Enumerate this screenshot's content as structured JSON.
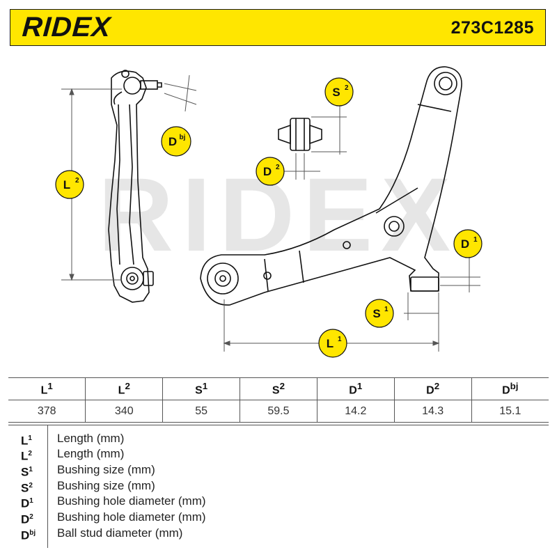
{
  "header": {
    "brand": "RIDEX",
    "part_number": "273C1285",
    "bg_color": "#ffe600"
  },
  "watermark": "RIDEX",
  "drawing": {
    "labels": [
      {
        "id": "L2",
        "base": "L",
        "sup": "2"
      },
      {
        "id": "Dbj",
        "base": "D",
        "sup": "bj"
      },
      {
        "id": "S2",
        "base": "S",
        "sup": "2"
      },
      {
        "id": "D2",
        "base": "D",
        "sup": "2"
      },
      {
        "id": "D1",
        "base": "D",
        "sup": "1"
      },
      {
        "id": "S1",
        "base": "S",
        "sup": "1"
      },
      {
        "id": "L1",
        "base": "L",
        "sup": "1"
      }
    ],
    "badge_color": "#ffe600"
  },
  "spec_table": {
    "headers": [
      "L¹",
      "L²",
      "S¹",
      "S²",
      "D¹",
      "D²",
      "Dbj"
    ],
    "header_display": [
      {
        "base": "L",
        "sup": "1"
      },
      {
        "base": "L",
        "sup": "2"
      },
      {
        "base": "S",
        "sup": "1"
      },
      {
        "base": "S",
        "sup": "2"
      },
      {
        "base": "D",
        "sup": "1"
      },
      {
        "base": "D",
        "sup": "2"
      },
      {
        "base": "D",
        "sup": "bj"
      }
    ],
    "values": [
      "378",
      "340",
      "55",
      "59.5",
      "14.2",
      "14.3",
      "15.1"
    ]
  },
  "legend": [
    {
      "base": "L",
      "sup": "1",
      "desc": "Length (mm)"
    },
    {
      "base": "L",
      "sup": "2",
      "desc": "Length (mm)"
    },
    {
      "base": "S",
      "sup": "1",
      "desc": "Bushing size (mm)"
    },
    {
      "base": "S",
      "sup": "2",
      "desc": "Bushing size (mm)"
    },
    {
      "base": "D",
      "sup": "1",
      "desc": "Bushing hole diameter (mm)"
    },
    {
      "base": "D",
      "sup": "2",
      "desc": "Bushing hole diameter (mm)"
    },
    {
      "base": "D",
      "sup": "bj",
      "desc": "Ball stud diameter (mm)"
    }
  ]
}
